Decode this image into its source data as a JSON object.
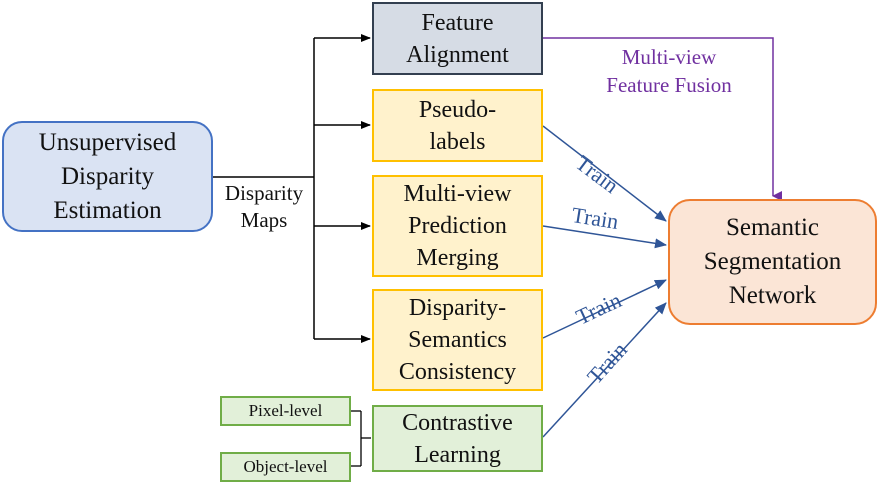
{
  "colors": {
    "blue_fill": "#dae3f3",
    "blue_border": "#4472c4",
    "gray_fill": "#d6dce5",
    "gray_border": "#333f50",
    "yellow_fill": "#fff2cc",
    "yellow_border": "#ffc000",
    "green_fill": "#e2f0d9",
    "green_border": "#70ad47",
    "orange_fill": "#fbe5d6",
    "orange_border": "#ed7d31",
    "arrow_black": "#000000",
    "arrow_blue": "#2f5597",
    "arrow_purple": "#7030a0"
  },
  "nodes": {
    "unsupervised": "Unsupervised\nDisparity\nEstimation",
    "feature_alignment": "Feature\nAlignment",
    "pseudo_labels": "Pseudo-\nlabels",
    "multiview_merging": "Multi-view\nPrediction\nMerging",
    "disparity_semantics": "Disparity-\nSemantics\nConsistency",
    "contrastive": "Contrastive\nLearning",
    "pixel_level": "Pixel-level",
    "object_level": "Object-level",
    "segmentation": "Semantic\nSegmentation\nNetwork"
  },
  "labels": {
    "disparity_maps": "Disparity\nMaps",
    "fusion": "Multi-view\nFeature Fusion",
    "train": "Train"
  }
}
